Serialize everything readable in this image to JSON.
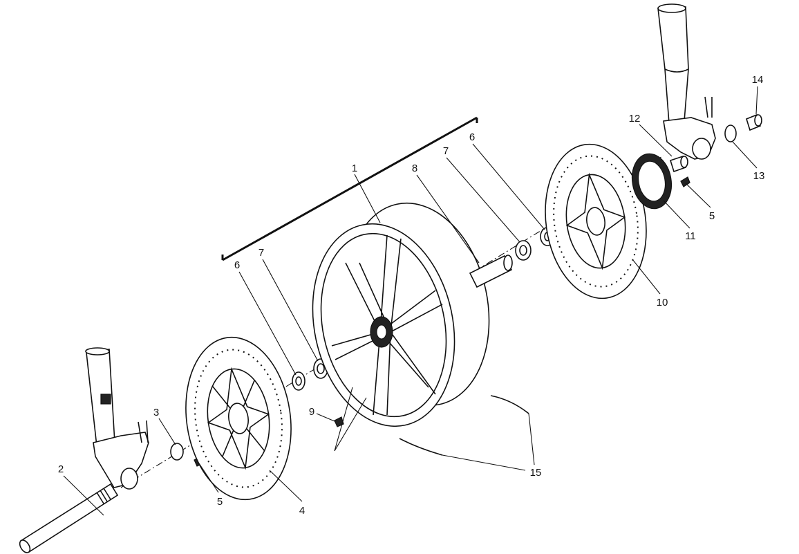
{
  "diagram": {
    "title": "Front wheel exploded view",
    "callouts": {
      "c1": "1",
      "c2": "2",
      "c3": "3",
      "c4": "4",
      "c5a": "5",
      "c5b": "5",
      "c6a": "6",
      "c6b": "6",
      "c7a": "7",
      "c7b": "7",
      "c8": "8",
      "c9": "9",
      "c10": "10",
      "c11": "11",
      "c12": "12",
      "c13": "13",
      "c14": "14",
      "c15": "15"
    }
  }
}
